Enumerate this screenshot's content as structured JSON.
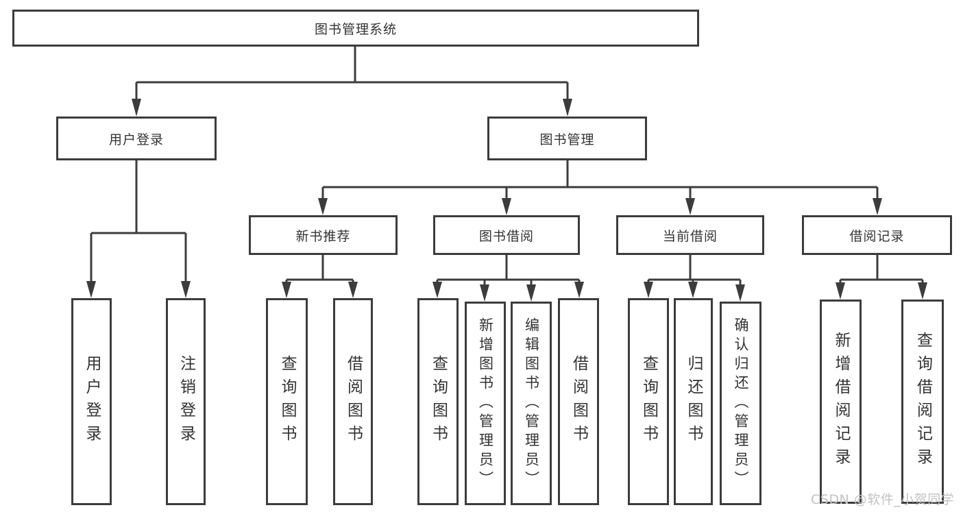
{
  "diagram": {
    "title": "图书管理系统",
    "root": {
      "label": "图书管理系统"
    },
    "level2": {
      "user_login": {
        "label": "用户登录"
      },
      "book_mgmt": {
        "label": "图书管理"
      }
    },
    "level3": {
      "new_book_rec": {
        "label": "新书推荐"
      },
      "book_borrow": {
        "label": "图书借阅"
      },
      "current_borrow": {
        "label": "当前借阅"
      },
      "borrow_records": {
        "label": "借阅记录"
      }
    },
    "leaves": {
      "user_login_leaf": {
        "label": "用户登录"
      },
      "logout_leaf": {
        "label": "注销登录"
      },
      "nb_query_books": {
        "label": "查询图书"
      },
      "nb_borrow_books": {
        "label": "借阅图书"
      },
      "bb_query_books": {
        "label": "查询图书"
      },
      "bb_add_books": {
        "label": "新增图书（管理员）"
      },
      "bb_edit_books": {
        "label": "编辑图书（管理员）"
      },
      "bb_borrow_books": {
        "label": "借阅图书"
      },
      "cb_query_books": {
        "label": "查询图书"
      },
      "cb_return_books": {
        "label": "归还图书"
      },
      "cb_confirm_return": {
        "label": "确认归还（管理员）"
      },
      "br_add_record": {
        "label": "新增借阅记录"
      },
      "br_query_record": {
        "label": "查询借阅记录"
      }
    },
    "colors": {
      "line": "#3c3c3c",
      "text": "#333333",
      "watermark": "#c2c2c2",
      "background": "#ffffff"
    },
    "watermark": "CSDN @软件_小贺同学"
  }
}
